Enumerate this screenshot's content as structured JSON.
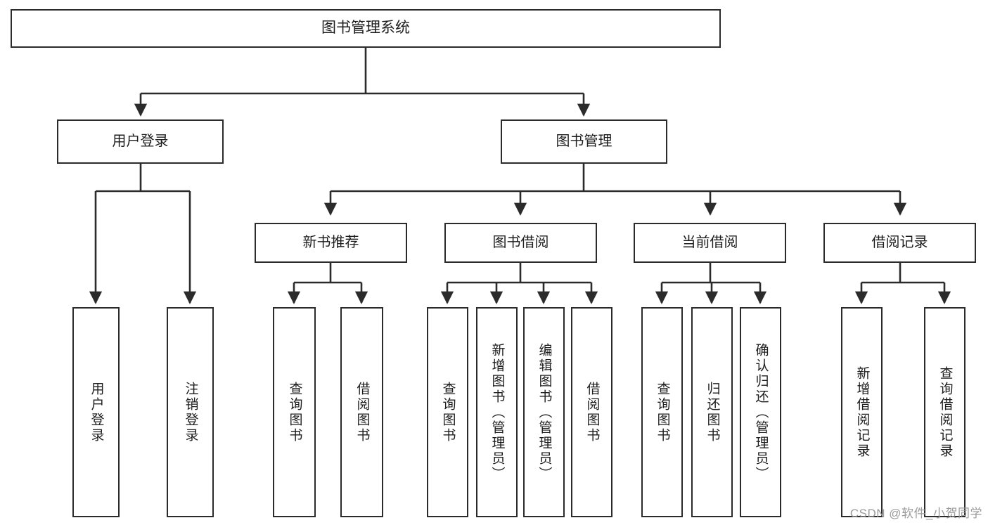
{
  "diagram": {
    "title": "图书管理系统",
    "type": "tree-hierarchy",
    "watermark": "CSDN @软件_小贺同学",
    "colors": {
      "stroke": "#2b2b2b",
      "fill": "#ffffff",
      "text": "#1d1d1d",
      "watermark": "#9a9a9a"
    },
    "root": {
      "label": "图书管理系统"
    },
    "branches": [
      {
        "id": "user-login",
        "label": "用户登录"
      },
      {
        "id": "book-manage",
        "label": "图书管理"
      }
    ],
    "subbranches": [
      {
        "id": "new-book-recommend",
        "label": "新书推荐"
      },
      {
        "id": "book-borrow",
        "label": "图书借阅"
      },
      {
        "id": "current-borrow",
        "label": "当前借阅"
      },
      {
        "id": "borrow-record",
        "label": "借阅记录"
      }
    ],
    "leaves": {
      "user_login": [
        {
          "id": "leaf-user-login",
          "label": "用户登录"
        },
        {
          "id": "leaf-logout-login",
          "label": "注销登录"
        }
      ],
      "new_book_recommend": [
        {
          "id": "leaf-query-book-1",
          "label": "查询图书"
        },
        {
          "id": "leaf-borrow-book-1",
          "label": "借阅图书"
        }
      ],
      "book_borrow": [
        {
          "id": "leaf-query-book-2",
          "label": "查询图书"
        },
        {
          "id": "leaf-add-book-admin",
          "label": "新增图书（管理员）"
        },
        {
          "id": "leaf-edit-book-admin",
          "label": "编辑图书（管理员）"
        },
        {
          "id": "leaf-borrow-book-2",
          "label": "借阅图书"
        }
      ],
      "current_borrow": [
        {
          "id": "leaf-query-book-3",
          "label": "查询图书"
        },
        {
          "id": "leaf-return-book",
          "label": "归还图书"
        },
        {
          "id": "leaf-confirm-return-admin",
          "label": "确认归还（管理员）"
        }
      ],
      "borrow_record": [
        {
          "id": "leaf-add-borrow-record",
          "label": "新增借阅记录"
        },
        {
          "id": "leaf-query-borrow-record",
          "label": "查询借阅记录"
        }
      ]
    }
  }
}
